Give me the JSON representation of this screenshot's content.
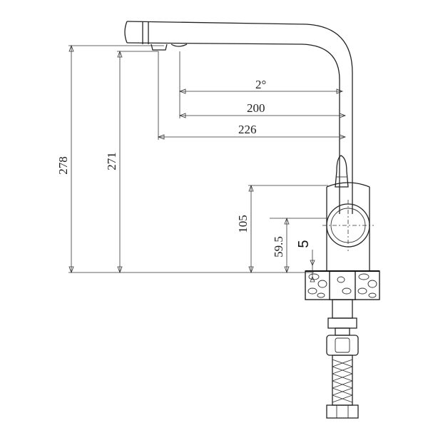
{
  "dimensions": {
    "angle": "2°",
    "reach_200": "200",
    "reach_226": "226",
    "height_278": "278",
    "height_271": "271",
    "height_105": "105",
    "height_59_5": "59.5",
    "offset_5": "5"
  },
  "colors": {
    "line": "#222222",
    "background": "#ffffff"
  }
}
